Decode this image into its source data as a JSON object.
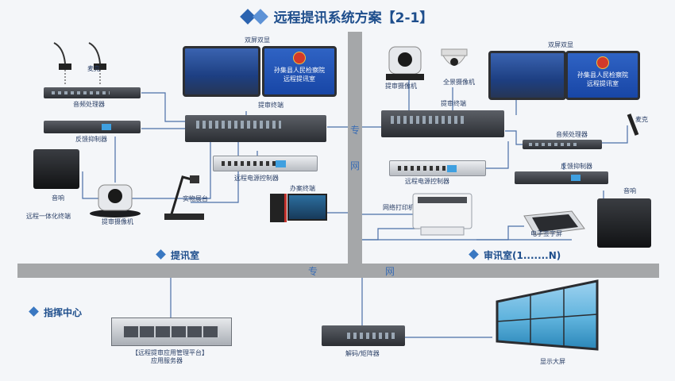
{
  "title": "远程提讯系统方案【2-1】",
  "network": {
    "left_v_1": "专",
    "left_v_2": "网",
    "bottom_1": "专",
    "bottom_2": "网"
  },
  "sections": {
    "left_room": "提讯室",
    "right_room": "审讯室(1.......N)",
    "command": "指挥中心"
  },
  "left": {
    "mic": "麦克",
    "audio_processor": "音频处理器",
    "feedback_suppressor": "反馈抑制器",
    "speaker": "音响",
    "remote_terminal": "远程一体化终端",
    "camera": "提审摄像机",
    "visualizer": "实物展台",
    "office_terminal": "办案终端",
    "power_controller": "远程电源控制器",
    "main_terminal": "提审终端",
    "dual_screen": "双屏双显",
    "sign_line1": "孙集县人民检察院",
    "sign_line2": "远程提讯室"
  },
  "right": {
    "dual_screen": "双屏双显",
    "camera": "提审摄像机",
    "panorama_camera": "全景摄像机",
    "main_terminal": "提审终端",
    "mic": "麦克",
    "audio_processor": "音频处理器",
    "feedback_suppressor": "反馈抑制器",
    "power_controller": "远程电源控制器",
    "speaker": "音响",
    "printer": "网络打印机",
    "sign_pad": "电子签字屏",
    "sign_line1": "孙集县人民检察院",
    "sign_line2": "远程提讯室"
  },
  "command": {
    "server_line1": "【远程提审应用管理平台】",
    "server_line2": "应用服务器",
    "matrix": "解码/矩阵器",
    "video_wall": "显示大屏"
  }
}
